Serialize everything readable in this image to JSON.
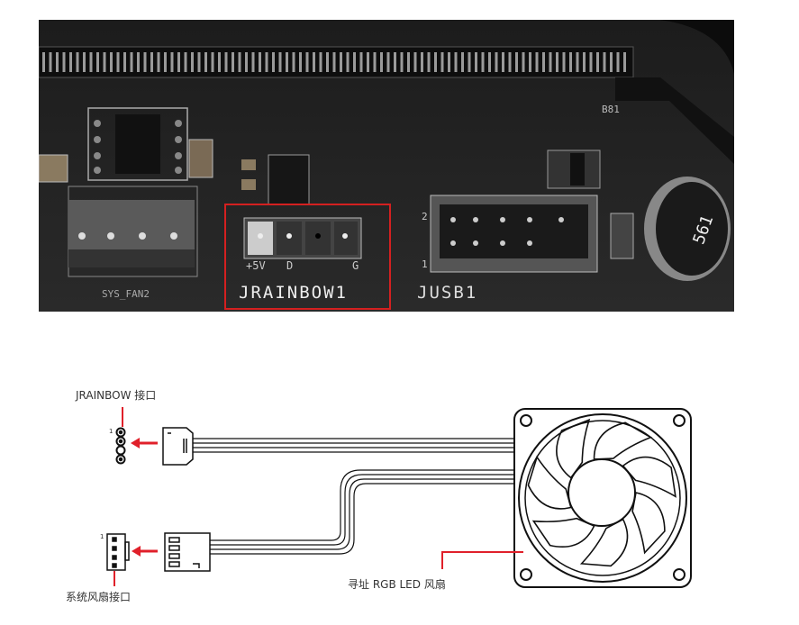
{
  "photo": {
    "labels": {
      "sys_fan": "SYS_FAN2",
      "jrainbow": "JRAINBOW1",
      "jusb": "JUSB1",
      "pin_5v": "+5V",
      "pin_d": "D",
      "pin_g": "G",
      "usb_pin2": "2",
      "usb_pin1": "1",
      "chip": "B81",
      "capacitor": "561"
    },
    "highlight_color": "#d42020"
  },
  "diagram": {
    "jrainbow_label": "JRAINBOW 接口",
    "sys_fan_label": "系统风扇接口",
    "fan_label": "寻址 RGB LED 风扇",
    "pin1_marker": "1",
    "accent_color": "#e0202a"
  }
}
